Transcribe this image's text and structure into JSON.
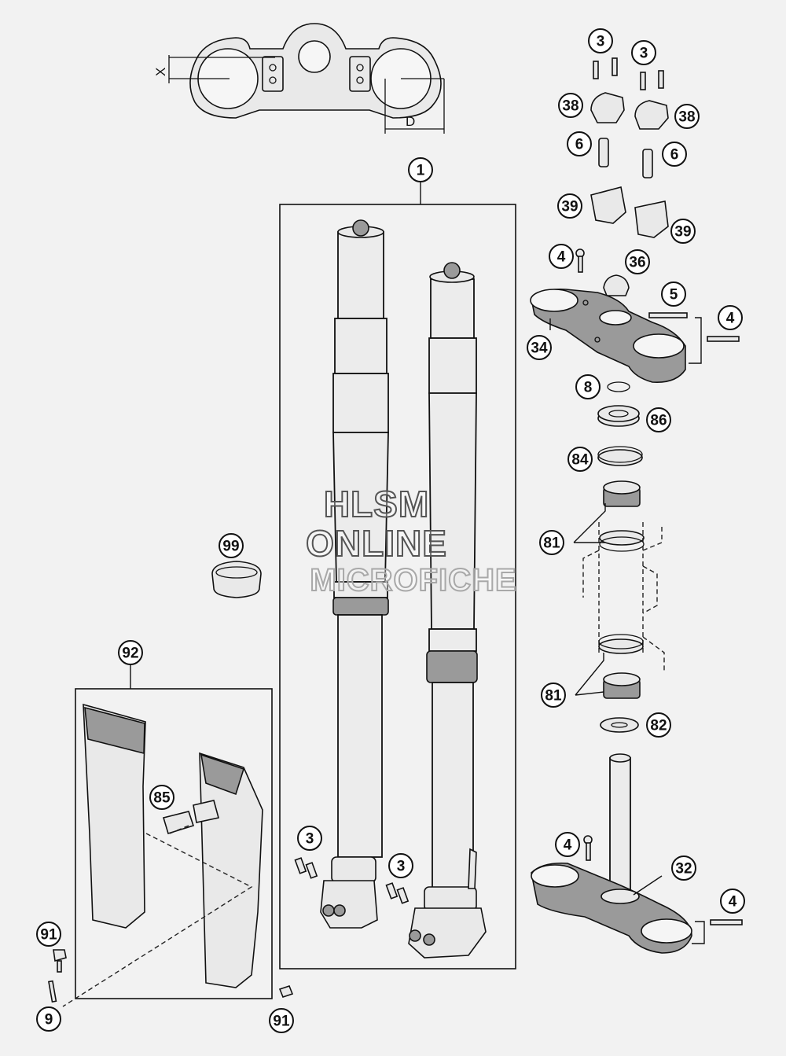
{
  "watermark": {
    "line1": "HLSM",
    "line2": "ONLINE",
    "line3": "MICROFICHE"
  },
  "dimension_labels": {
    "x": "X",
    "d": "D"
  },
  "callouts": [
    {
      "id": "c-1",
      "label": "1"
    },
    {
      "id": "c-3a",
      "label": "3"
    },
    {
      "id": "c-3b",
      "label": "3"
    },
    {
      "id": "c-38a",
      "label": "38"
    },
    {
      "id": "c-38b",
      "label": "38"
    },
    {
      "id": "c-6a",
      "label": "6"
    },
    {
      "id": "c-6b",
      "label": "6"
    },
    {
      "id": "c-39a",
      "label": "39"
    },
    {
      "id": "c-39b",
      "label": "39"
    },
    {
      "id": "c-4a",
      "label": "4"
    },
    {
      "id": "c-36",
      "label": "36"
    },
    {
      "id": "c-5",
      "label": "5"
    },
    {
      "id": "c-4b",
      "label": "4"
    },
    {
      "id": "c-34",
      "label": "34"
    },
    {
      "id": "c-8",
      "label": "8"
    },
    {
      "id": "c-86",
      "label": "86"
    },
    {
      "id": "c-84",
      "label": "84"
    },
    {
      "id": "c-81a",
      "label": "81"
    },
    {
      "id": "c-81b",
      "label": "81"
    },
    {
      "id": "c-82",
      "label": "82"
    },
    {
      "id": "c-99",
      "label": "99"
    },
    {
      "id": "c-92",
      "label": "92"
    },
    {
      "id": "c-85",
      "label": "85"
    },
    {
      "id": "c-3c",
      "label": "3"
    },
    {
      "id": "c-3d",
      "label": "3"
    },
    {
      "id": "c-4c",
      "label": "4"
    },
    {
      "id": "c-32",
      "label": "32"
    },
    {
      "id": "c-4d",
      "label": "4"
    },
    {
      "id": "c-91a",
      "label": "91"
    },
    {
      "id": "c-9",
      "label": "9"
    },
    {
      "id": "c-91b",
      "label": "91"
    }
  ]
}
